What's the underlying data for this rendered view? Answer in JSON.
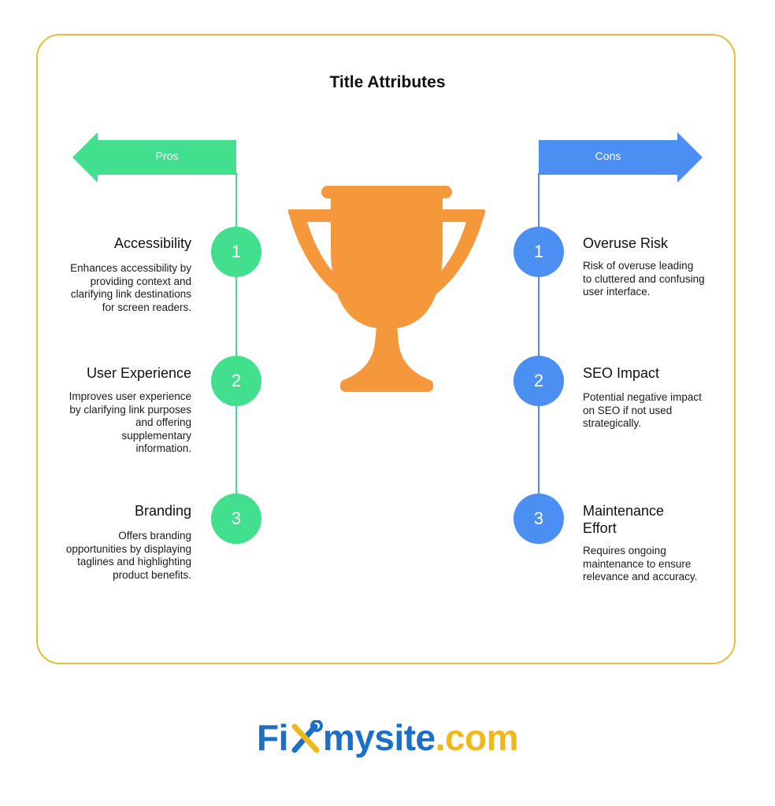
{
  "title": "Title Attributes",
  "pros": {
    "label": "Pros",
    "items": [
      {
        "number": "1",
        "title": "Accessibility",
        "description": "Enhances accessibility by providing context and clarifying link destinations for screen readers."
      },
      {
        "number": "2",
        "title": "User Experience",
        "description": "Improves user experience by clarifying link purposes and offering supplementary information."
      },
      {
        "number": "3",
        "title": "Branding",
        "description": "Offers branding opportunities by displaying taglines and highlighting product benefits."
      }
    ]
  },
  "cons": {
    "label": "Cons",
    "items": [
      {
        "number": "1",
        "title": "Overuse Risk",
        "description": "Risk of overuse leading to cluttered and confusing user interface."
      },
      {
        "number": "2",
        "title": "SEO Impact",
        "description": "Potential negative impact on SEO if not used strategically."
      },
      {
        "number": "3",
        "title": "Maintenance Effort",
        "description": "Requires ongoing maintenance to ensure relevance and accuracy."
      }
    ]
  },
  "logo": {
    "part1": "Fi",
    "part2": "mysite",
    "part3": ".com"
  },
  "icons": {
    "center": "trophy-icon",
    "logo": "wrench-screwdriver-icon"
  },
  "colors": {
    "pros": "#41df8e",
    "cons": "#4c8ff2",
    "trophy": "#f5973b",
    "border": "#e6bf3a",
    "logo_blue": "#1c6fc7",
    "logo_gold": "#f1b81c"
  }
}
